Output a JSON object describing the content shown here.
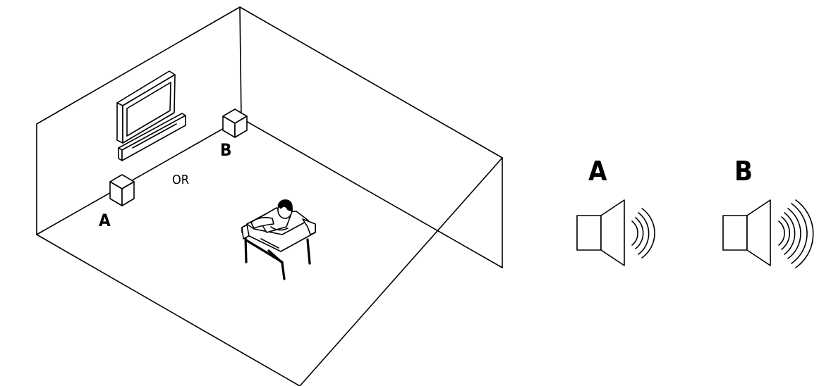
{
  "room": {
    "label_a": "A",
    "label_b": "B",
    "label_or": "OR"
  },
  "legend": {
    "speaker_a_label": "A",
    "speaker_b_label": "B"
  },
  "icons": {
    "speaker_a": "speaker-two-waves-icon",
    "speaker_b": "speaker-three-waves-icon",
    "listener": "person-on-sofa-icon",
    "tv": "tv-icon",
    "soundbar": "soundbar-icon"
  },
  "colors": {
    "line": "#000000",
    "background": "#ffffff"
  }
}
